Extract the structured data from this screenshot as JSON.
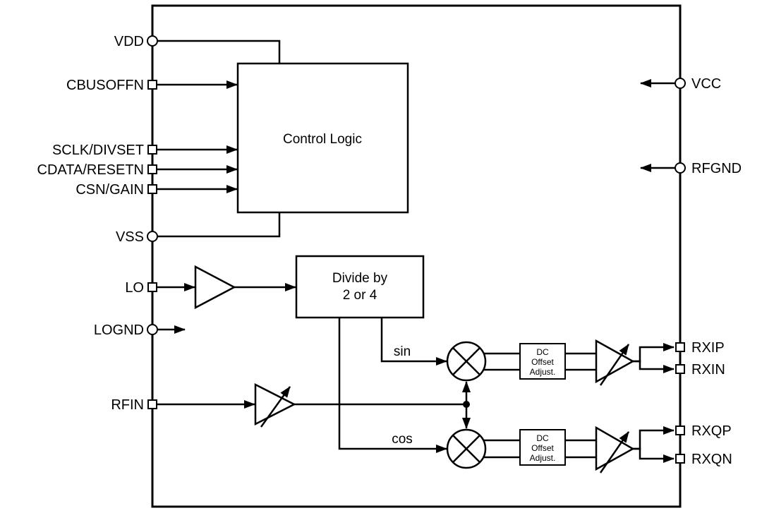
{
  "diagram": {
    "background_color": "#ffffff",
    "line_color": "#000000"
  },
  "pins": {
    "left": [
      {
        "name": "VDD",
        "symbol": "circle"
      },
      {
        "name": "CBUSOFFN",
        "symbol": "square"
      },
      {
        "name": "SCLK/DIVSET",
        "symbol": "square"
      },
      {
        "name": "CDATA/RESETN",
        "symbol": "square"
      },
      {
        "name": "CSN/GAIN",
        "symbol": "square"
      },
      {
        "name": "VSS",
        "symbol": "circle"
      },
      {
        "name": "LO",
        "symbol": "square"
      },
      {
        "name": "LOGND",
        "symbol": "circle"
      },
      {
        "name": "RFIN",
        "symbol": "square"
      }
    ],
    "right": [
      {
        "name": "VCC",
        "symbol": "circle"
      },
      {
        "name": "RFGND",
        "symbol": "circle"
      },
      {
        "name": "RXIP",
        "symbol": "square"
      },
      {
        "name": "RXIN",
        "symbol": "square"
      },
      {
        "name": "RXQP",
        "symbol": "square"
      },
      {
        "name": "RXQN",
        "symbol": "square"
      }
    ]
  },
  "blocks": {
    "control_logic": {
      "label": "Control Logic"
    },
    "divider": {
      "line1": "Divide by",
      "line2": "2 or 4"
    },
    "dc_offset_i": {
      "line1": "DC",
      "line2": "Offset",
      "line3": "Adjust."
    },
    "dc_offset_q": {
      "line1": "DC",
      "line2": "Offset",
      "line3": "Adjust."
    }
  },
  "signals": {
    "sin": "sin",
    "cos": "cos"
  }
}
